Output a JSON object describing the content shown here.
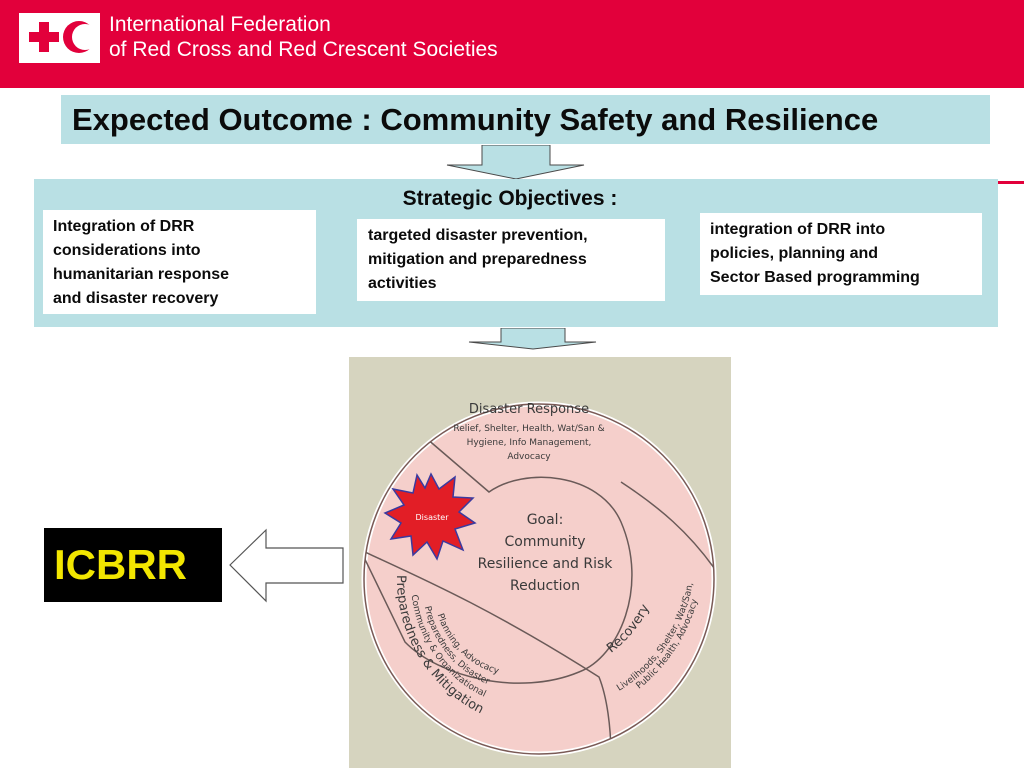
{
  "header": {
    "org_line1": "International Federation",
    "org_line2": "of Red Cross and Red Crescent Societies"
  },
  "outcome": {
    "title": "Expected Outcome : Community Safety and Resilience"
  },
  "strategic": {
    "title": "Strategic Objectives :",
    "objectives": [
      {
        "lines": [
          "Integration of DRR",
          "considerations into",
          "humanitarian response",
          "and disaster recovery"
        ]
      },
      {
        "lines": [
          "targeted disaster prevention,",
          "mitigation and preparedness",
          "activities"
        ]
      },
      {
        "lines": [
          "integration of DRR into",
          "policies, planning and",
          "Sector Based programming"
        ]
      }
    ]
  },
  "diagram": {
    "disaster_response": {
      "title": "Disaster Response",
      "lines": [
        "Relief, Shelter, Health, Wat/San &",
        "Hygiene, Info Management,",
        "Advocacy"
      ]
    },
    "disaster_label": "Disaster",
    "goal": {
      "lines": [
        "Goal:",
        "Community",
        "Resilience and Risk",
        "Reduction"
      ]
    },
    "recovery": {
      "title": "Recovery",
      "lines": [
        "Livelihoods, Shelter, Wat/San,",
        "Public Health, Advocacy"
      ]
    },
    "preparedness": {
      "title": "Preparedness & Mitigation",
      "lines": [
        "Community & Organizational",
        "Preparedness, Disaster",
        "Planning, Advocacy"
      ]
    }
  },
  "icbrr": {
    "label": "ICBRR"
  },
  "colors": {
    "brand_red": "#e2003b",
    "panel_teal": "#b9e0e4",
    "circle_fill": "#f5cfcb",
    "diagram_bg": "#d6d4bf",
    "icbrr_text": "#f2e600"
  }
}
